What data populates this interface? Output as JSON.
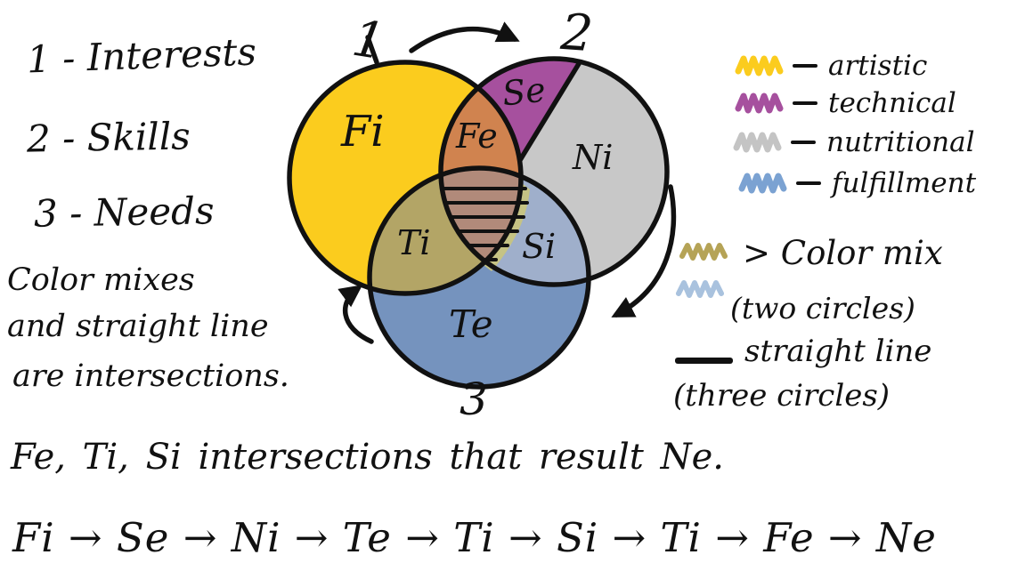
{
  "key_list": {
    "items": [
      {
        "label": "1 - Interests"
      },
      {
        "label": "2 - Skills"
      },
      {
        "label": "3 - Needs"
      }
    ]
  },
  "venn": {
    "number_1": "1",
    "number_2": "2",
    "number_3": "3",
    "labels": {
      "fi": "Fi",
      "se": "Se",
      "ni": "Ni",
      "fe": "Fe",
      "ti": "Ti",
      "si": "Si",
      "te": "Te"
    },
    "colors": {
      "fi_yellow": "#FBCC1E",
      "se_purple": "#A6509E",
      "ni_gray": "#C8C8C8",
      "fe_orange": "#D0834F",
      "ti_olive": "#B3A566",
      "si_slate": "#9FAFCB",
      "te_blue": "#7593BE",
      "center_mauve": "#B18A7A",
      "center_khaki": "#C5C384",
      "ink": "#111111"
    }
  },
  "legend": {
    "items": [
      {
        "label": "artistic",
        "color": "#FBCC1E"
      },
      {
        "label": "technical",
        "color": "#A6509E"
      },
      {
        "label": "nutritional",
        "color": "#C4C4C4"
      },
      {
        "label": "fulfillment",
        "color": "#7BA2D2"
      }
    ],
    "color_mix": {
      "swatch_top_color": "#B5A356",
      "swatch_bottom_color": "#A9C2DE",
      "label": "> Color mix",
      "sublabel": "(two circles)"
    },
    "straight_line": {
      "label": "straight line",
      "sublabel": "(three circles)"
    }
  },
  "notes": {
    "left_lines": [
      "Color mixes",
      "and straight line",
      "are intersections."
    ],
    "intersections_note": "Fe, Ti, Si intersections that result Ne.",
    "flow_sequence": "Fi → Se → Ni → Te → Ti → Si → Ti → Fe → Ne"
  }
}
